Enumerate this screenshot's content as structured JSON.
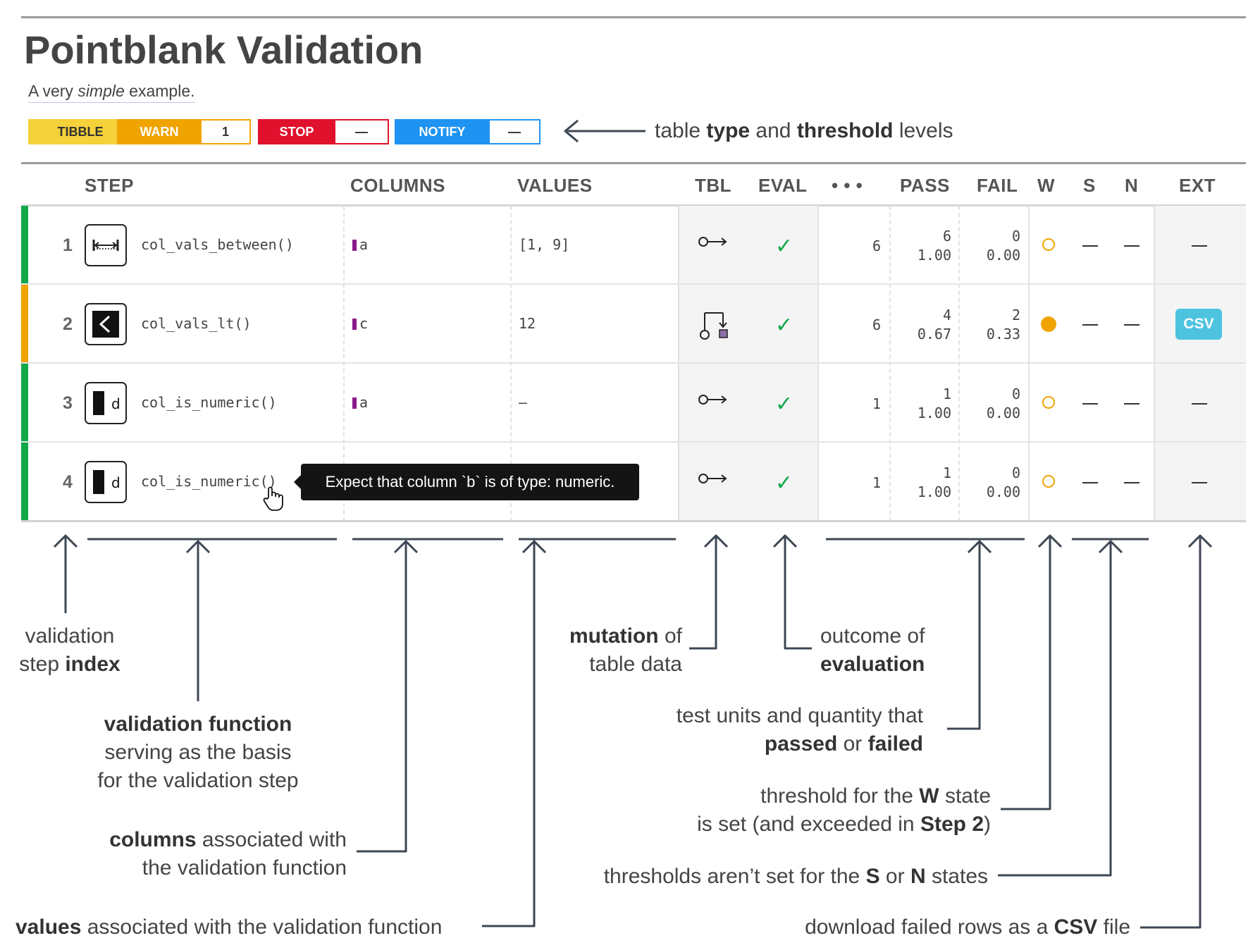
{
  "title": "Pointblank Validation",
  "subtitle": {
    "pre": "A very ",
    "em": "simple",
    "post": " example."
  },
  "badges": {
    "tibble": "TIBBLE",
    "warn": "WARN",
    "warn_val": "1",
    "stop": "STOP",
    "stop_val": "—",
    "notify": "NOTIFY",
    "notify_val": "—"
  },
  "colors": {
    "tibble": "#f5d13a",
    "warn": "#f0a400",
    "stop": "#e0112d",
    "notify": "#1f93f2",
    "pass": "#12a84a",
    "warn_state": "#f0a400",
    "csv": "#4dc3e0",
    "annotation": "#3d4753"
  },
  "headers": {
    "step": "STEP",
    "columns": "COLUMNS",
    "values": "VALUES",
    "tbl": "TBL",
    "eval": "EVAL",
    "units": "• • •",
    "pass": "PASS",
    "fail": "FAIL",
    "w": "W",
    "s": "S",
    "n": "N",
    "ext": "EXT"
  },
  "rows": [
    {
      "index": "1",
      "icon": "between-icon",
      "fn": "col_vals_between()",
      "column": "a",
      "values": "[1, 9]",
      "tbl": "no-mutation-icon",
      "eval": "✓",
      "units": "6",
      "pass_n": "6",
      "pass_f": "1.00",
      "fail_n": "0",
      "fail_f": "0.00",
      "w": "open",
      "s": "—",
      "n": "—",
      "ext": "—"
    },
    {
      "index": "2",
      "icon": "less-than-icon",
      "fn": "col_vals_lt()",
      "column": "c",
      "values": "12",
      "tbl": "mutation-icon",
      "eval": "✓",
      "units": "6",
      "pass_n": "4",
      "pass_f": "0.67",
      "fail_n": "2",
      "fail_f": "0.33",
      "w": "filled",
      "s": "—",
      "n": "—",
      "ext": "CSV"
    },
    {
      "index": "3",
      "icon": "numeric-type-icon",
      "fn": "col_is_numeric()",
      "column": "a",
      "values": "—",
      "tbl": "no-mutation-icon",
      "eval": "✓",
      "units": "1",
      "pass_n": "1",
      "pass_f": "1.00",
      "fail_n": "0",
      "fail_f": "0.00",
      "w": "open",
      "s": "—",
      "n": "—",
      "ext": "—"
    },
    {
      "index": "4",
      "icon": "numeric-type-icon",
      "fn": "col_is_numeric()",
      "column": "",
      "values": "",
      "tbl": "no-mutation-icon",
      "eval": "✓",
      "units": "1",
      "pass_n": "1",
      "pass_f": "1.00",
      "fail_n": "0",
      "fail_f": "0.00",
      "w": "open",
      "s": "—",
      "n": "—",
      "ext": "—"
    }
  ],
  "icon_glyph_d": "d",
  "tooltip": "Expect that column `b` is of type: numeric.",
  "annotations": {
    "threshold_levels": {
      "a": "table ",
      "b": "type",
      "c": " and ",
      "d": "threshold",
      "e": " levels"
    },
    "step_index": {
      "l1": "validation",
      "l2a": "step ",
      "l2b": "index"
    },
    "validation_fn": {
      "l1": "validation function",
      "l2": "serving as the basis",
      "l3": "for the validation step"
    },
    "columns": {
      "l1b": "columns",
      "l1": " associated with",
      "l2": "the validation function"
    },
    "values": {
      "b": "values",
      "t": " associated with the validation function"
    },
    "mutation": {
      "b": "mutation",
      "t": " of",
      "l2": "table data"
    },
    "outcome": {
      "l1": "outcome of",
      "l2": "evaluation"
    },
    "units": {
      "l1": "test units and quantity that",
      "b1": "passed",
      "m": " or ",
      "b2": "failed"
    },
    "w_state": {
      "l1a": "threshold for the ",
      "l1b": "W",
      "l1c": " state",
      "l2a": "is set (and exceeded in ",
      "l2b": "Step 2",
      "l2c": ")"
    },
    "sn_states": {
      "a": "thresholds aren’t set for the ",
      "b": "S",
      "c": " or ",
      "d": "N",
      "e": " states"
    },
    "csv": {
      "a": "download failed rows as a ",
      "b": "CSV",
      "c": " file"
    }
  }
}
